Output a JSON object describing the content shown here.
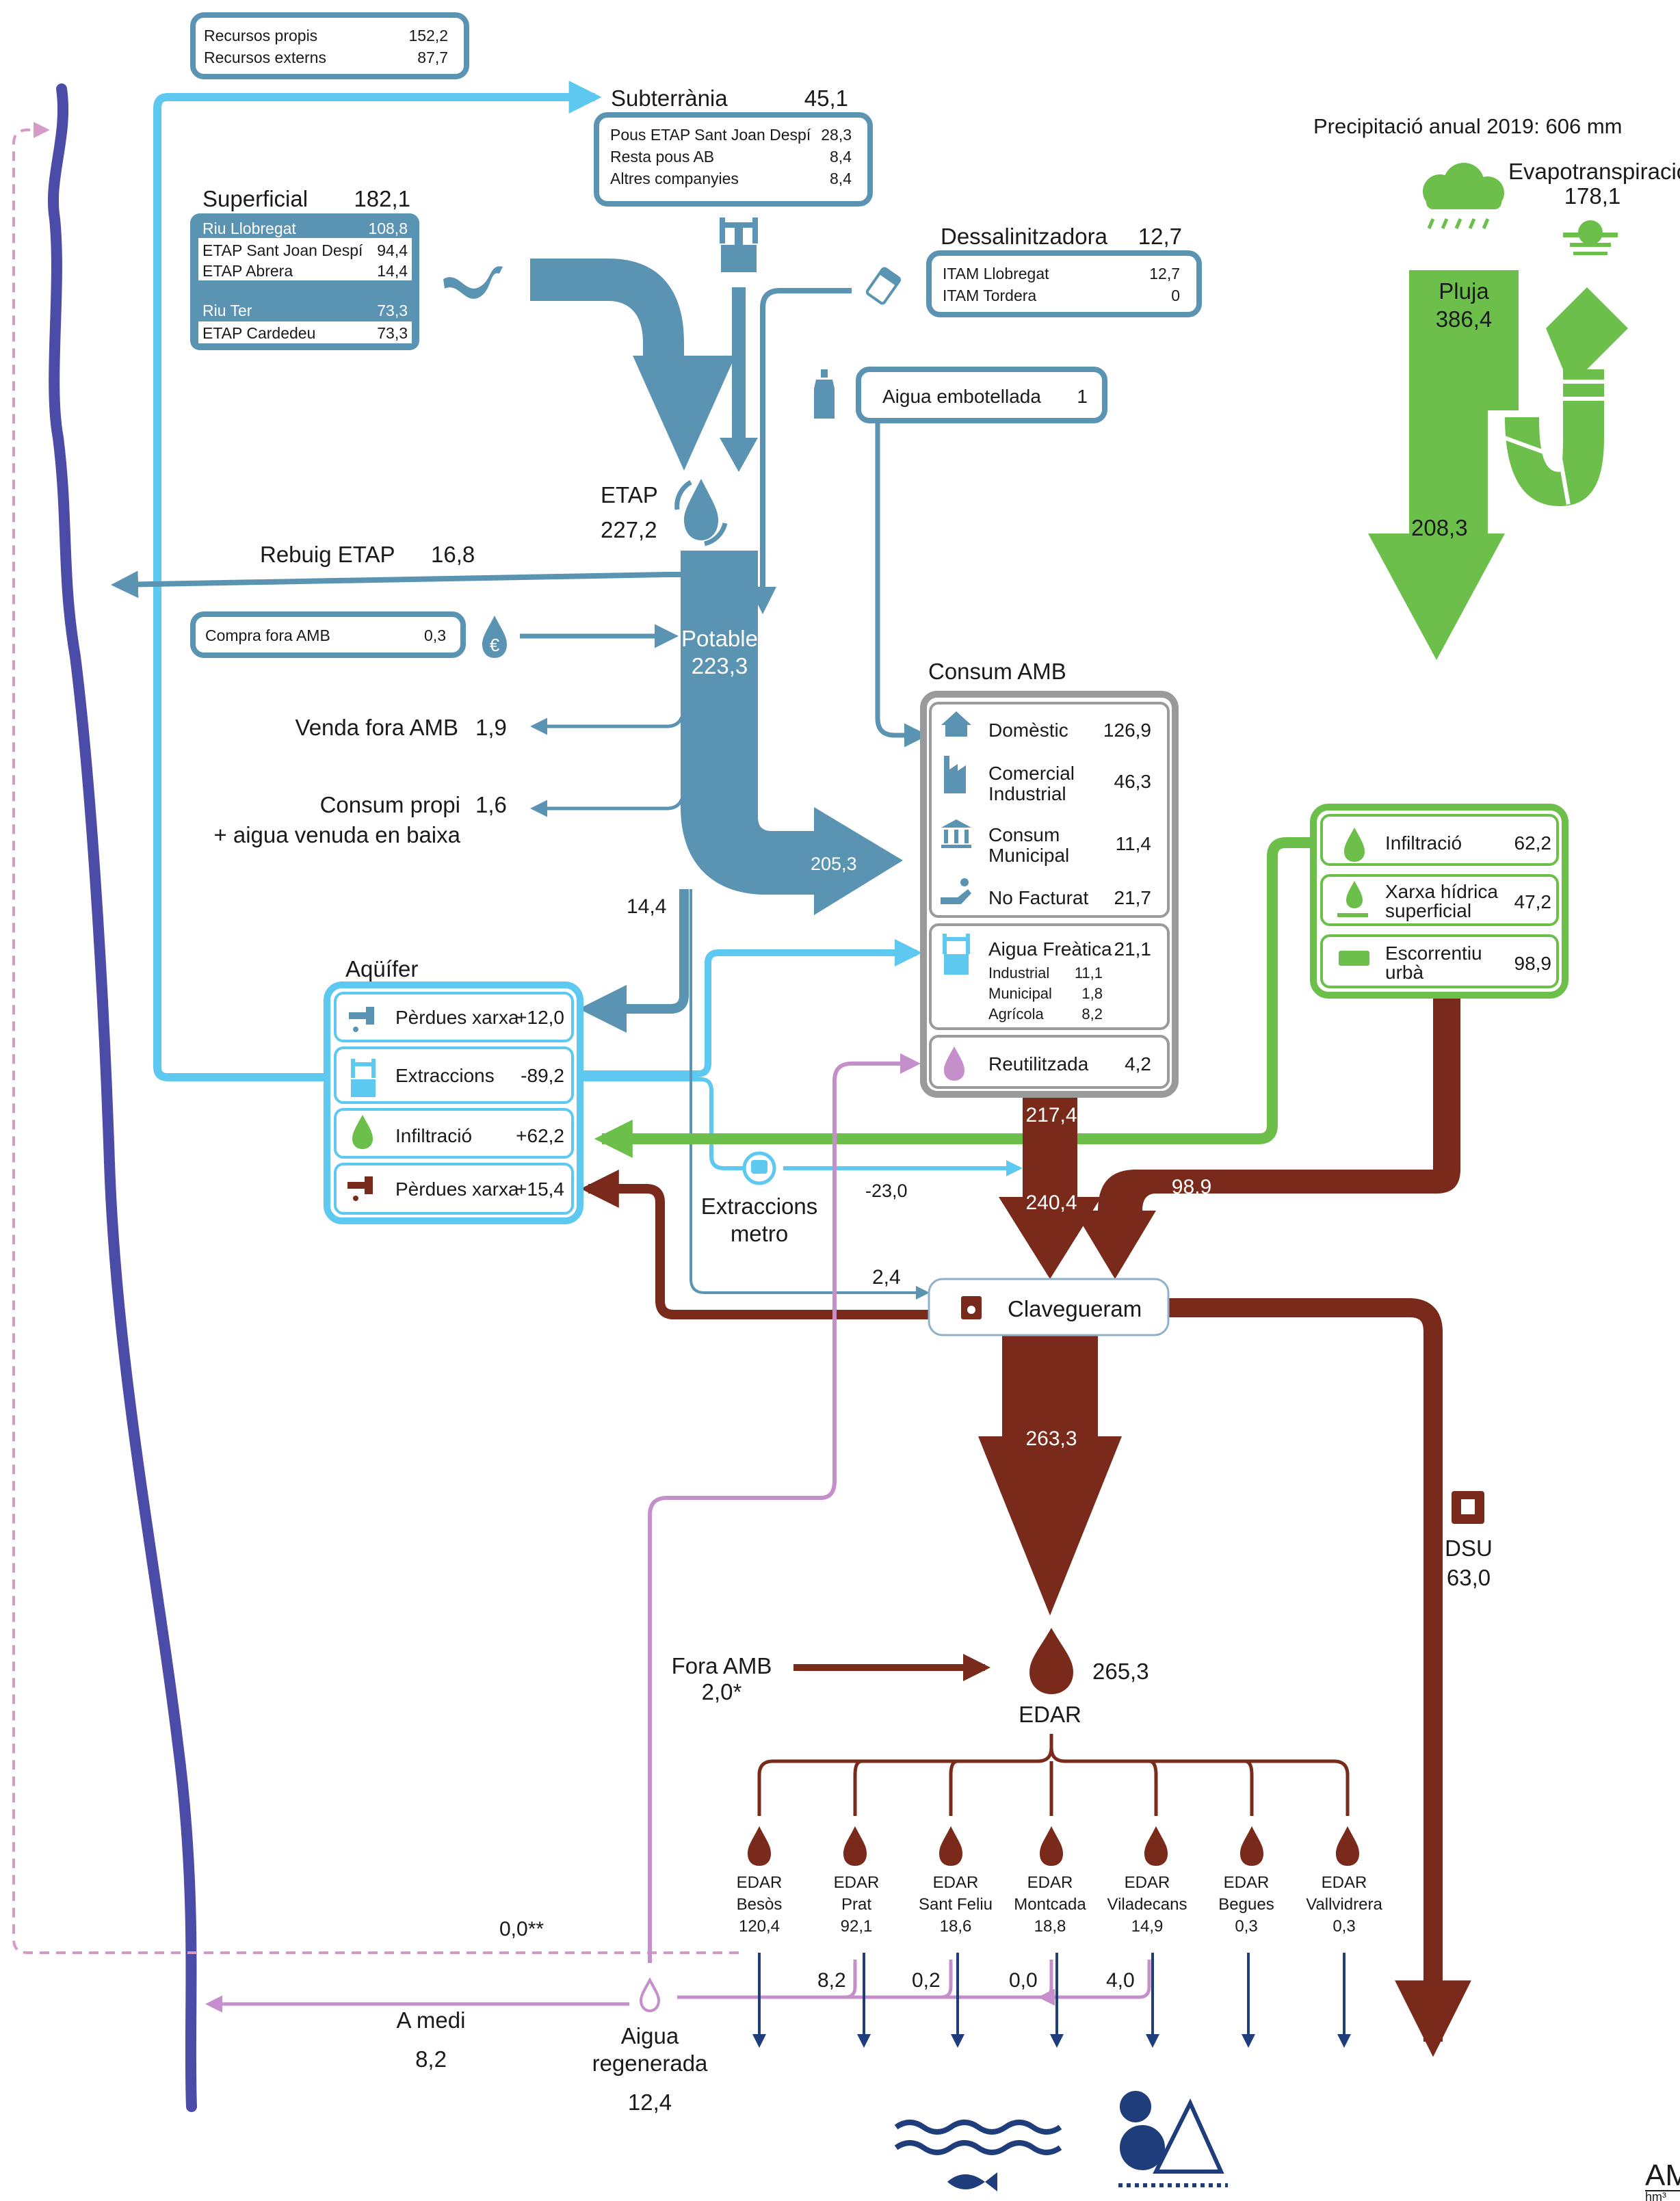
{
  "colors": {
    "blue_flow": "#5b93b3",
    "light_blue": "#5dc8f0",
    "green": "#6dbf4b",
    "brown": "#7a2a1a",
    "lilac": "#c58fcb",
    "pink_dashed": "#d49bc9",
    "river": "#4b4ba8",
    "grey_box": "#9a9a9a",
    "navy": "#1f3d7a"
  },
  "resources": {
    "propis_label": "Recursos propis",
    "propis_value": "152,2",
    "externs_label": "Recursos externs",
    "externs_value": "87,7"
  },
  "subterrania": {
    "title": "Subterrània",
    "total": "45,1",
    "rows": [
      {
        "label": "Pous ETAP Sant Joan Despí",
        "value": "28,3"
      },
      {
        "label": "Resta pous AB",
        "value": "8,4"
      },
      {
        "label": "Altres companyies",
        "value": "8,4"
      }
    ]
  },
  "superficial": {
    "title": "Superficial",
    "total": "182,1",
    "rows": [
      {
        "label": "Riu Llobregat",
        "value": "108,8"
      },
      {
        "label": "ETAP Sant Joan Despí",
        "value": "94,4"
      },
      {
        "label": "ETAP Abrera",
        "value": "14,4"
      },
      {
        "label": "Riu Ter",
        "value": "73,3"
      },
      {
        "label": "ETAP Cardedeu",
        "value": "73,3"
      }
    ]
  },
  "dessalinitzadora": {
    "title": "Dessalinitzadora",
    "total": "12,7",
    "rows": [
      {
        "label": "ITAM Llobregat",
        "value": "12,7"
      },
      {
        "label": "ITAM Tordera",
        "value": "0"
      }
    ]
  },
  "embotellada": {
    "label": "Aigua embotellada",
    "value": "1"
  },
  "etap": {
    "label": "ETAP",
    "value": "227,2"
  },
  "rebuig": {
    "label": "Rebuig ETAP",
    "value": "16,8"
  },
  "compra": {
    "label": "Compra fora AMB",
    "value": "0,3"
  },
  "potable": {
    "label": "Potable",
    "value": "223,3"
  },
  "venda": {
    "label": "Venda fora AMB",
    "value": "1,9"
  },
  "consum_propi": {
    "line1": "Consum propi",
    "line2": "+ aigua venuda en baixa",
    "value": "1,6"
  },
  "flow_205": "205,3",
  "flow_144": "14,4",
  "consum_amb": {
    "title": "Consum AMB",
    "rows": [
      {
        "label1": "Domèstic",
        "label2": "",
        "value": "126,9"
      },
      {
        "label1": "Comercial",
        "label2": "Industrial",
        "value": "46,3"
      },
      {
        "label1": "Consum",
        "label2": "Municipal",
        "value": "11,4"
      },
      {
        "label1": "No Facturat",
        "label2": "",
        "value": "21,7"
      }
    ],
    "freatica": {
      "label": "Aigua Freàtica",
      "value": "21,1",
      "sub": [
        {
          "label": "Industrial",
          "value": "11,1"
        },
        {
          "label": "Municipal",
          "value": "1,8"
        },
        {
          "label": "Agrícola",
          "value": "8,2"
        }
      ]
    },
    "reutilitzada": {
      "label": "Reutilitzada",
      "value": "4,2"
    }
  },
  "right_box": {
    "rows": [
      {
        "label1": "Infiltració",
        "label2": "",
        "value": "62,2"
      },
      {
        "label1": "Xarxa hídrica",
        "label2": "superficial",
        "value": "47,2"
      },
      {
        "label1": "Escorrentiu",
        "label2": "urbà",
        "value": "98,9"
      }
    ]
  },
  "aquifer": {
    "title": "Aqüífer",
    "rows": [
      {
        "label": "Pèrdues xarxa",
        "value": "+12,0"
      },
      {
        "label": "Extraccions",
        "value": "-89,2"
      },
      {
        "label": "Infiltració",
        "value": "+62,2"
      },
      {
        "label": "Pèrdues xarxa",
        "value": "+15,4"
      }
    ]
  },
  "metro": {
    "line1": "Extraccions",
    "line2": "metro",
    "value": "-23,0"
  },
  "flow_2174": "217,4",
  "flow_2404": "240,4",
  "flow_989": "98,9",
  "flow_24": "2,4",
  "clavegueram": "Clavegueram",
  "flow_2633": "263,3",
  "dsu": {
    "label": "DSU",
    "value": "63,0"
  },
  "fora_amb": {
    "label": "Fora AMB",
    "value": "2,0*"
  },
  "edar": {
    "label": "EDAR",
    "value": "265,3"
  },
  "edar_plants": [
    {
      "l1": "EDAR",
      "l2": "Besòs",
      "v": "120,4"
    },
    {
      "l1": "EDAR",
      "l2": "Prat",
      "v": "92,1"
    },
    {
      "l1": "EDAR",
      "l2": "Sant Feliu",
      "v": "18,6"
    },
    {
      "l1": "EDAR",
      "l2": "Montcada",
      "v": "18,8"
    },
    {
      "l1": "EDAR",
      "l2": "Viladecans",
      "v": "14,9"
    },
    {
      "l1": "EDAR",
      "l2": "Begues",
      "v": "0,3"
    },
    {
      "l1": "EDAR",
      "l2": "Vallvidrera",
      "v": "0,3"
    }
  ],
  "regen_flows": [
    "8,2",
    "0,2",
    "0,0",
    "4,0"
  ],
  "dashed_value": "0,0**",
  "a_medi": {
    "label": "A medi",
    "value": "8,2"
  },
  "regenerada": {
    "line1": "Aigua",
    "line2": "regenerada",
    "value": "12,4"
  },
  "precip": "Precipitació anual 2019: 606 mm",
  "evapo": {
    "label": "Evapotranspiració",
    "value": "178,1"
  },
  "pluja": {
    "label": "Pluja",
    "value": "386,4"
  },
  "flow_2083": "208,3",
  "footer": {
    "logo": "AM",
    "unit": "hm³"
  }
}
